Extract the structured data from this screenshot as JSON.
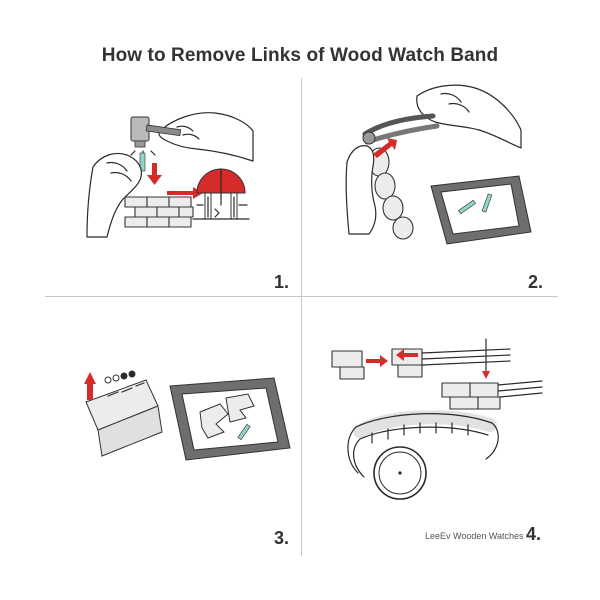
{
  "title": "How to Remove Links of Wood Watch Band",
  "steps": [
    {
      "number": "1."
    },
    {
      "number": "2."
    },
    {
      "number": "3."
    },
    {
      "number": "4."
    }
  ],
  "brand": "LeeEv Wooden Watches",
  "colors": {
    "arrow": "#d62b2b",
    "pin": "#8fd3c9",
    "tray": "#6e6e6e",
    "line": "#2a2a2a"
  }
}
